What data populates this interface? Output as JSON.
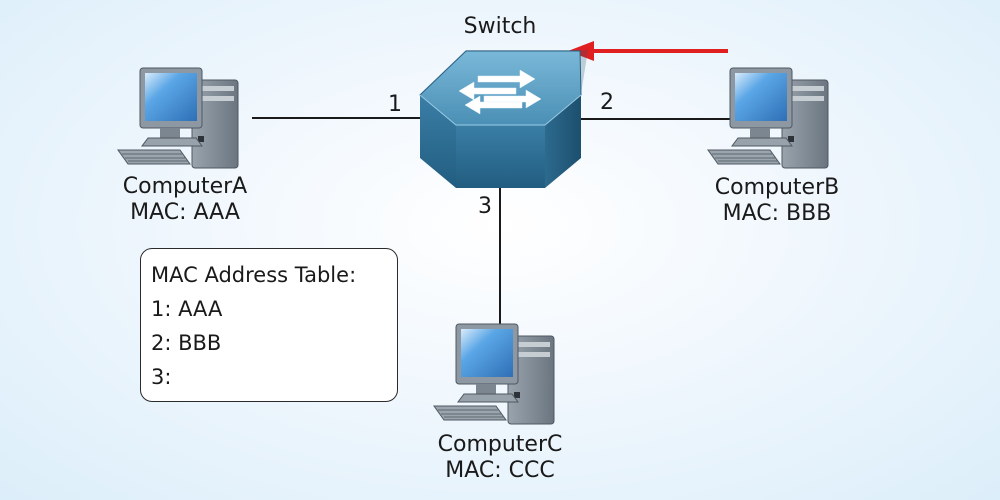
{
  "colors": {
    "link": "#1a1a1a",
    "arrow": "#e02020",
    "switch_top": "#5da3c6",
    "switch_side": "#2f6f92"
  },
  "icons": [
    "switch-icon",
    "computer-icon",
    "arrow-icon"
  ],
  "switch": {
    "title": "Switch"
  },
  "ports": {
    "p1": "1",
    "p2": "2",
    "p3": "3"
  },
  "computers": {
    "a": {
      "name": "ComputerA",
      "mac": "MAC: AAA"
    },
    "b": {
      "name": "ComputerB",
      "mac": "MAC: BBB"
    },
    "c": {
      "name": "ComputerC",
      "mac": "MAC: CCC"
    }
  },
  "mac_table": {
    "title": "MAC Address Table:",
    "rows": [
      "1: AAA",
      "2: BBB",
      "3:"
    ]
  }
}
